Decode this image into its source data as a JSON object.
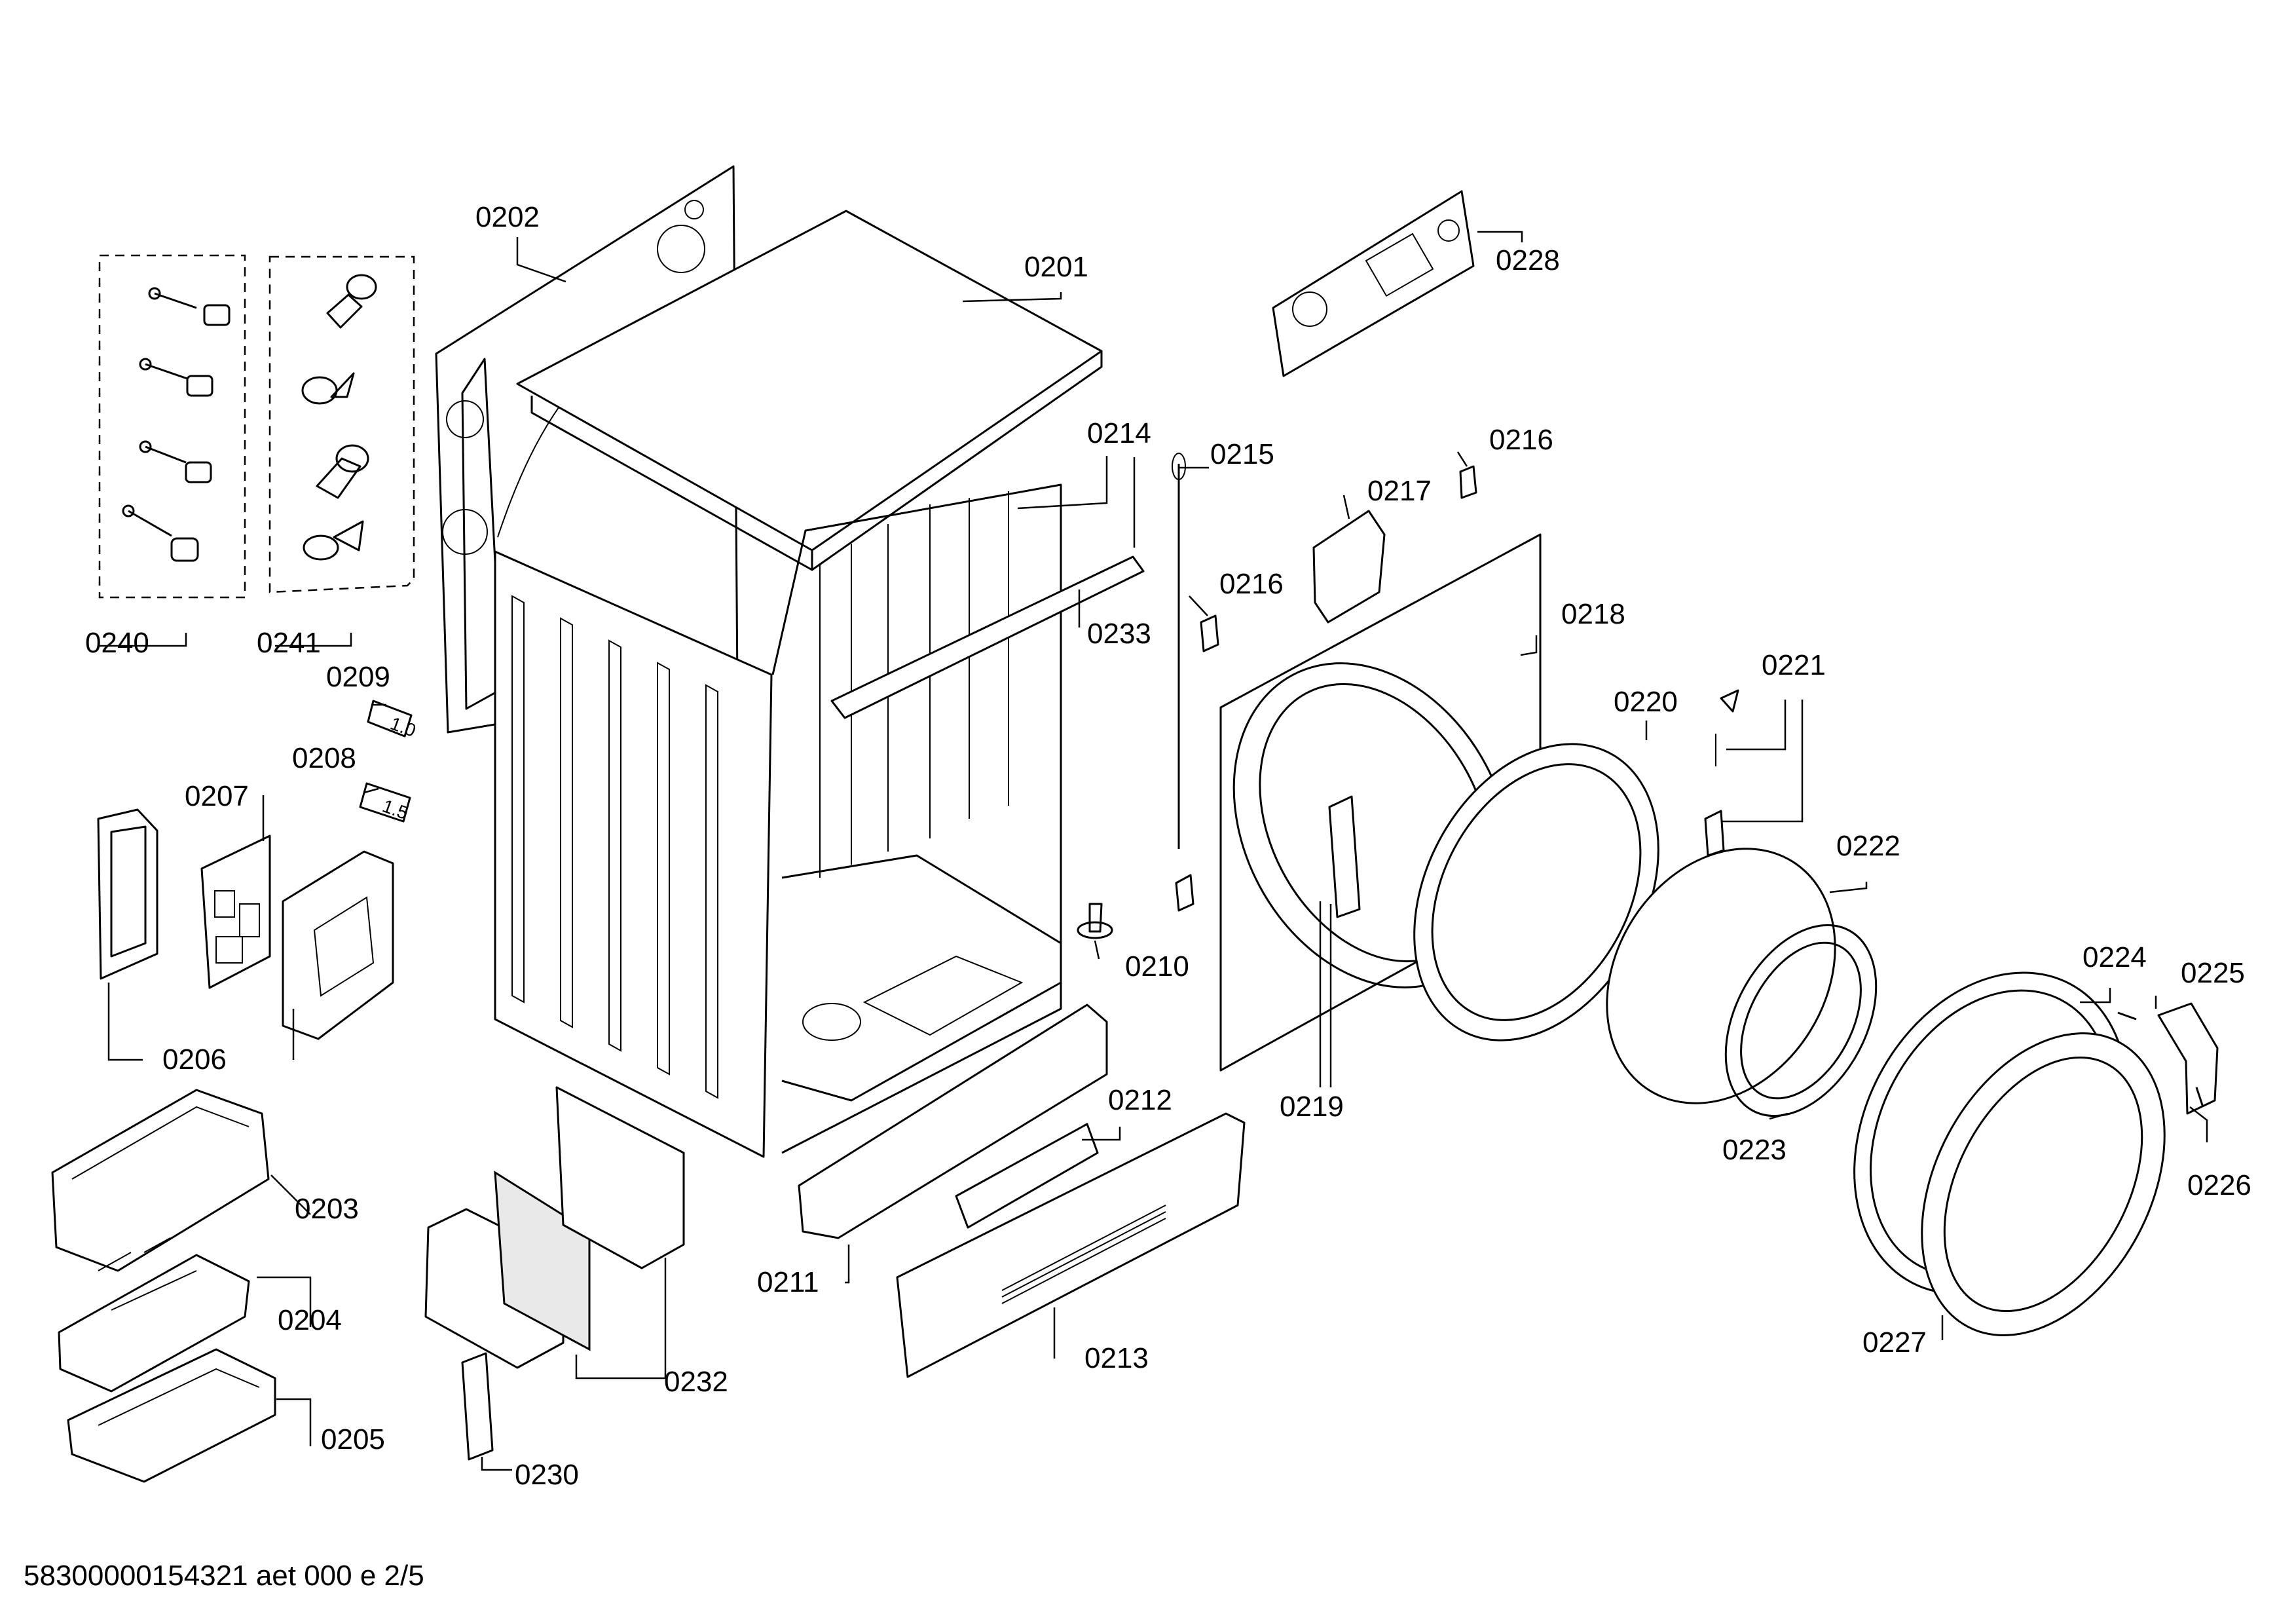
{
  "diagram": {
    "labels": {
      "p0201": "0201",
      "p0202": "0202",
      "p0203": "0203",
      "p0204": "0204",
      "p0205": "0205",
      "p0206": "0206",
      "p0207": "0207",
      "p0208": "0208",
      "p0209": "0209",
      "p0210": "0210",
      "p0211": "0211",
      "p0212": "0212",
      "p0213": "0213",
      "p0214": "0214",
      "p0215": "0215",
      "p0216a": "0216",
      "p0216b": "0216",
      "p0217": "0217",
      "p0218": "0218",
      "p0219": "0219",
      "p0220": "0220",
      "p0221": "0221",
      "p0222": "0222",
      "p0223": "0223",
      "p0224": "0224",
      "p0225": "0225",
      "p0226": "0226",
      "p0227": "0227",
      "p0228": "0228",
      "p0230": "0230",
      "p0232": "0232",
      "p0233": "0233",
      "p0240": "0240",
      "p0241": "0241"
    },
    "component_marks": {
      "m0208": "1.5",
      "m0209": "1.0"
    },
    "footer": "58300000154321 aet 000 e 2/5"
  }
}
